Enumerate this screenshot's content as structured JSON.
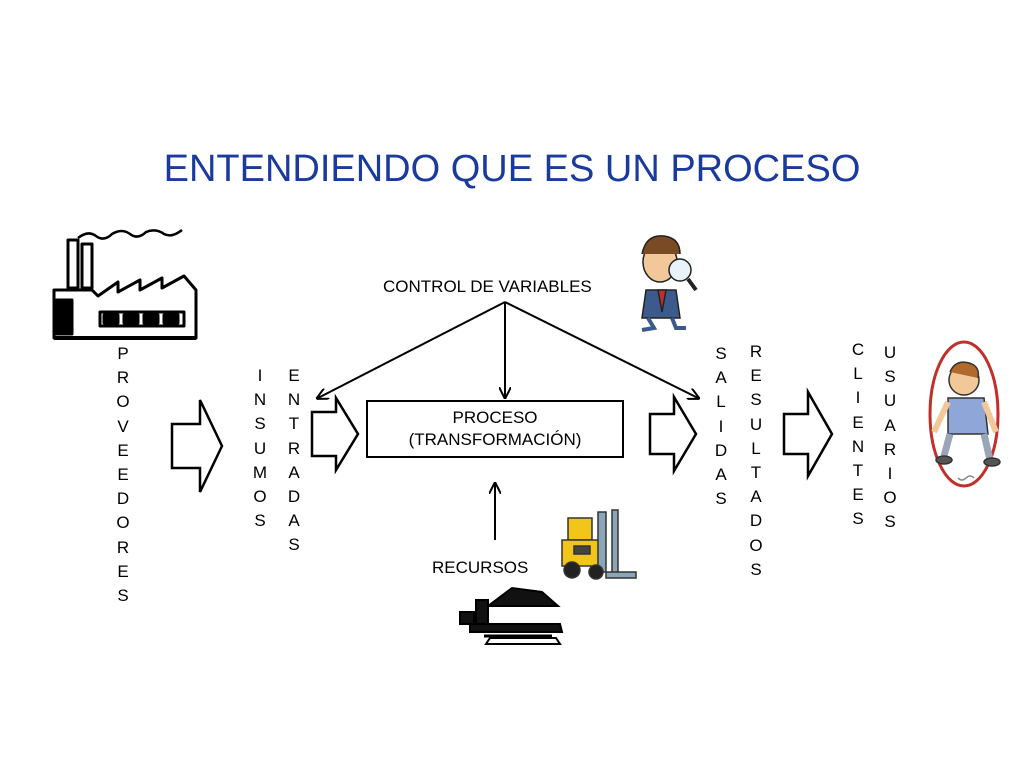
{
  "title": "ENTENDIENDO QUE ES UN PROCESO",
  "control_label": "CONTROL DE VARIABLES",
  "process": {
    "line1": "PROCESO",
    "line2": "(TRANSFORMACIÓN)"
  },
  "resources_label": "RECURSOS",
  "vertical_words": {
    "proveedores": "PROVEEDORES",
    "insumos": "INSUMOS",
    "entradas": "ENTRADAS",
    "salidas": "SALIDAS",
    "resultados": "RESULTADOS",
    "clientes": "CLIENTES",
    "usuarios": "USUARIOS"
  },
  "icons": [
    "factory-icon",
    "inspector-icon",
    "forklift-icon",
    "machine-icon",
    "jumping-person-icon"
  ]
}
